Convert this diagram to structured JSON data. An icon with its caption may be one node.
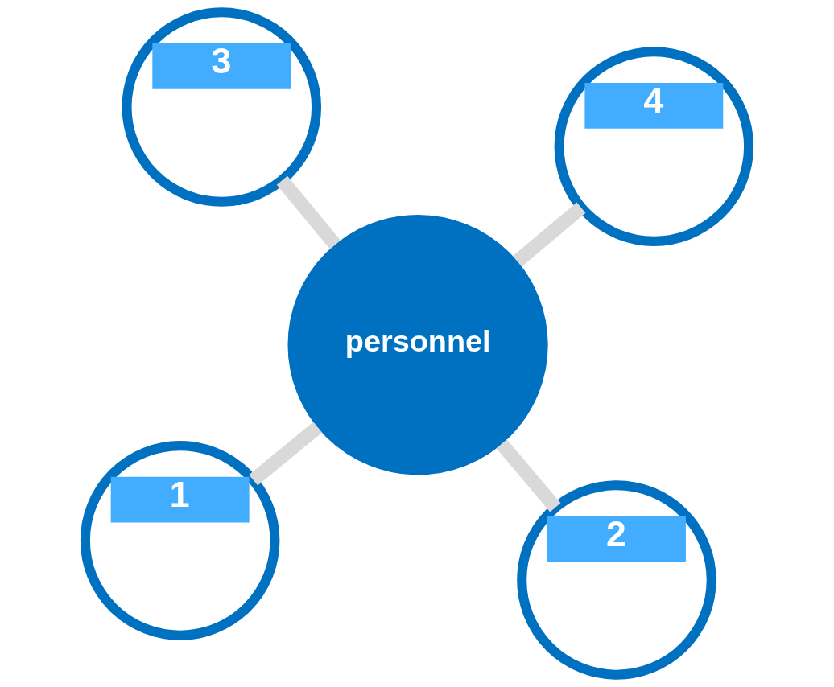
{
  "diagram": {
    "nodes": [
      {
        "text": [
          "1"
        ]
      },
      {
        "text": [
          "2"
        ]
      },
      {
        "text": [
          "personnel"
        ]
      },
      {
        "text": [
          "3"
        ]
      },
      {
        "text": [
          "4"
        ]
      }
    ],
    "edges": [
      {
        "from": 2,
        "to": 0,
        "arrow": "none"
      },
      {
        "from": 2,
        "to": 1,
        "arrow": "none"
      },
      {
        "from": 2,
        "to": 3,
        "arrow": "none"
      },
      {
        "from": 2,
        "to": 4,
        "arrow": "none"
      }
    ]
  }
}
